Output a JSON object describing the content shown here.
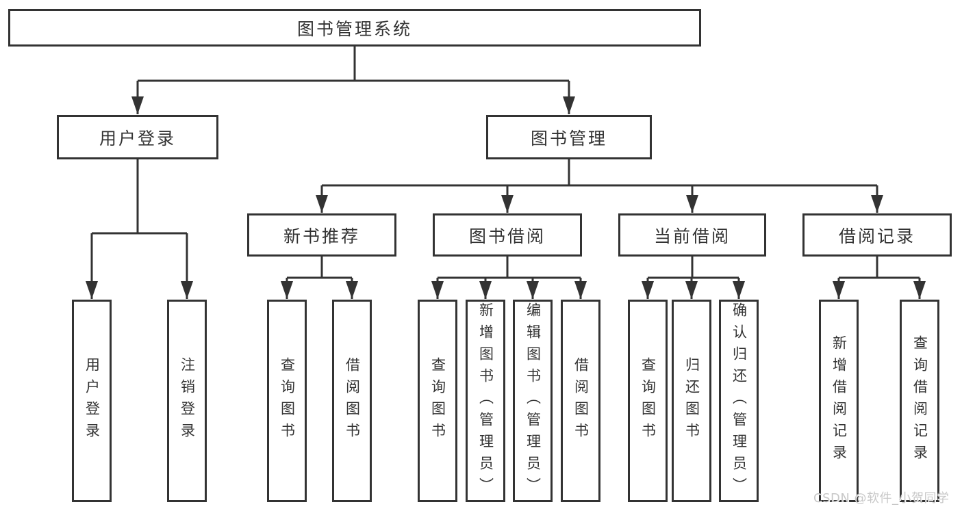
{
  "tree": {
    "root": {
      "label": "图书管理系统"
    },
    "branches": [
      {
        "label": "用户登录",
        "children": [
          {
            "label": "用户登录"
          },
          {
            "label": "注销登录"
          }
        ]
      },
      {
        "label": "图书管理",
        "children": [
          {
            "label": "新书推荐",
            "children": [
              {
                "label": "查询图书"
              },
              {
                "label": "借阅图书"
              }
            ]
          },
          {
            "label": "图书借阅",
            "children": [
              {
                "label": "查询图书"
              },
              {
                "label": "新增图书（管理员）"
              },
              {
                "label": "编辑图书（管理员）"
              },
              {
                "label": "借阅图书"
              }
            ]
          },
          {
            "label": "当前借阅",
            "children": [
              {
                "label": "查询图书"
              },
              {
                "label": "归还图书"
              },
              {
                "label": "确认归还（管理员）"
              }
            ]
          },
          {
            "label": "借阅记录",
            "children": [
              {
                "label": "新增借阅记录"
              },
              {
                "label": "查询借阅记录"
              }
            ]
          }
        ]
      }
    ]
  },
  "watermark": {
    "text": "CSDN @软件_小贺同学"
  },
  "colors": {
    "line": "#333333",
    "box_border": "#333333",
    "box_fill": "#ffffff",
    "text": "#333333",
    "watermark": "#c8c8c8"
  }
}
